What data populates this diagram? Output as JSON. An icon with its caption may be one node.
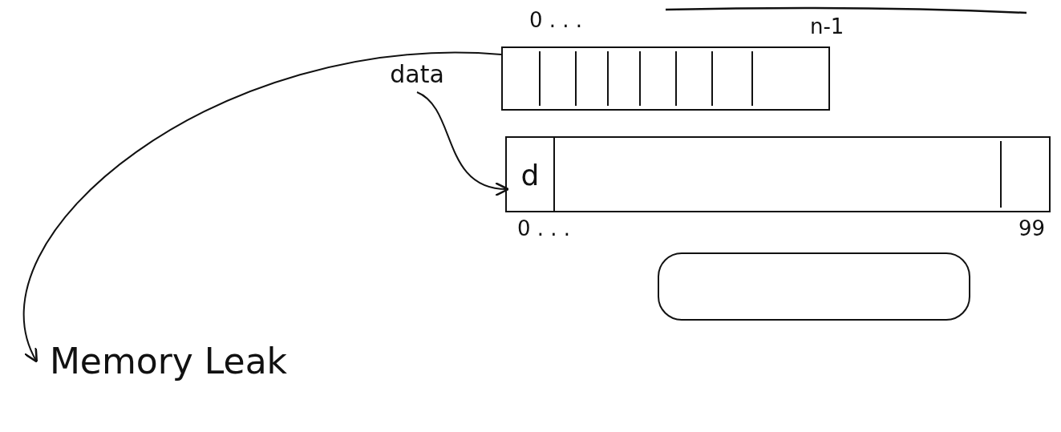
{
  "diagram": {
    "nodes": [
      {
        "text": [],
        "shape": "box"
      },
      {
        "text": [
          "data"
        ]
      },
      {
        "text": [],
        "shape": "box"
      },
      {
        "text": [
          "d"
        ],
        "in": 2
      },
      {
        "text": [
          "Memory Leak"
        ]
      },
      {
        "text": [],
        "shape": "box"
      }
    ],
    "edges": [
      {
        "from": 1,
        "to": 3,
        "arrow": "to"
      },
      {
        "from": 0,
        "to": 4,
        "arrow": "to"
      }
    ],
    "labels": [
      "0 . . .",
      "n-1",
      "0 . . .",
      "99"
    ]
  }
}
